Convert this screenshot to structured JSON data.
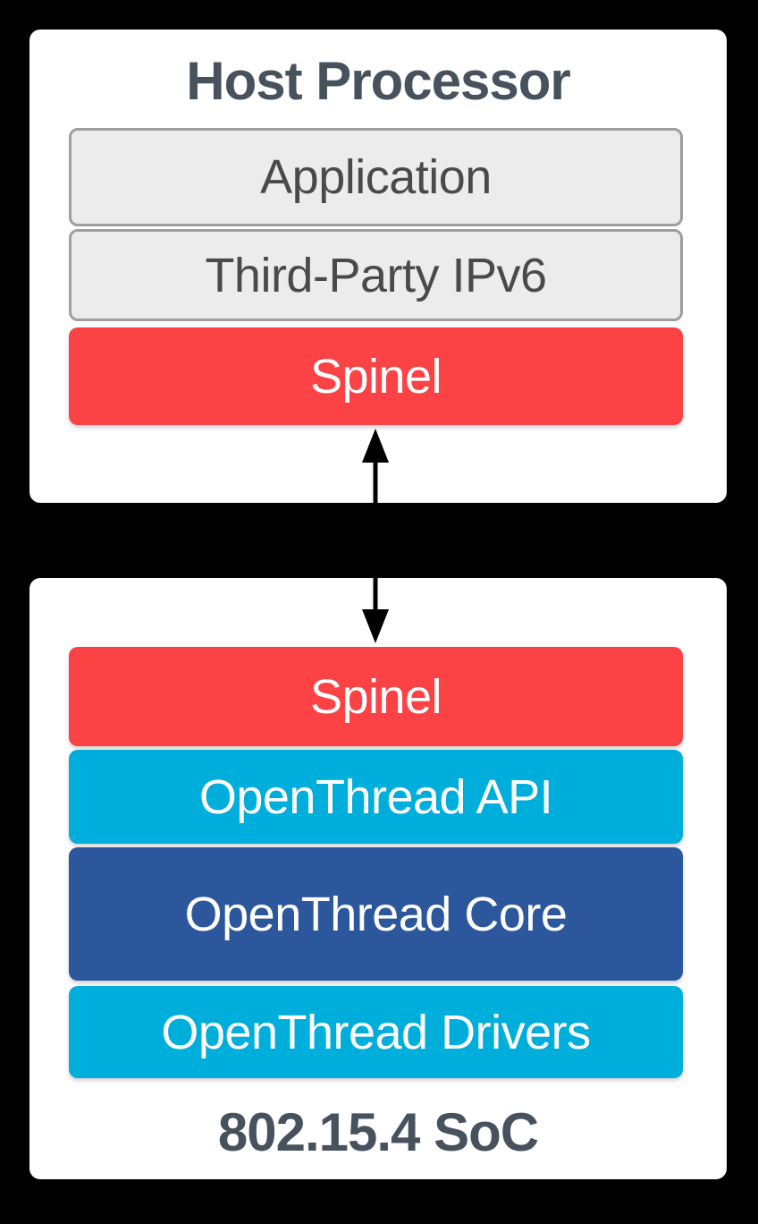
{
  "host_box": {
    "title": "Host Processor",
    "layers": [
      {
        "label": "Application"
      },
      {
        "label": "Third-Party IPv6"
      },
      {
        "label": "Spinel"
      }
    ]
  },
  "soc_box": {
    "title": "802.15.4 SoC",
    "layers": [
      {
        "label": "Spinel"
      },
      {
        "label": "OpenThread API"
      },
      {
        "label": "OpenThread Core"
      },
      {
        "label": "OpenThread Drivers"
      }
    ]
  },
  "connector": {
    "type": "bidirectional-arrow",
    "color": "#000000"
  },
  "colors": {
    "background": "#000000",
    "panel": "#FFFFFF",
    "red": "#FB4245",
    "cyan": "#00AEDB",
    "blue": "#2D579D",
    "gray_fill": "#ECECEC",
    "gray_border": "#9E9E9E",
    "heading_text": "#47525C",
    "gray_bar_text": "#4A4A4A",
    "light_text": "#FFFFFF"
  }
}
